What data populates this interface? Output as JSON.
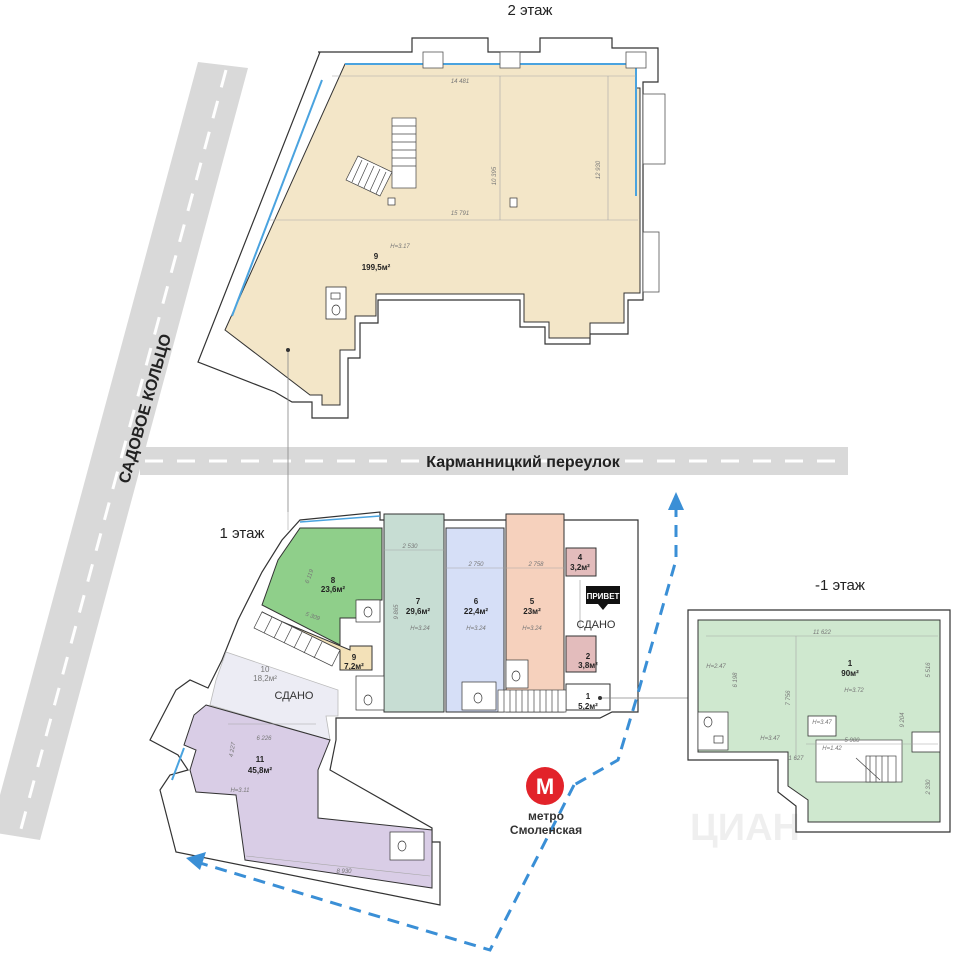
{
  "floors": {
    "second": {
      "label": "2 этаж",
      "rooms": [
        {
          "number": "9",
          "area": "199,5м²",
          "height": "H=3.17"
        }
      ],
      "dims": {
        "top": "14 481",
        "middle": "15 791",
        "v1": "10 395",
        "v2": "12 930"
      }
    },
    "first": {
      "label": "1 этаж",
      "rooms": [
        {
          "key": "r8",
          "number": "8",
          "area": "23,6м²"
        },
        {
          "key": "r7",
          "number": "7",
          "area": "29,6м²",
          "height": "H=3.24"
        },
        {
          "key": "r6",
          "number": "6",
          "area": "22,4м²",
          "height": "H=3.24"
        },
        {
          "key": "r5",
          "number": "5",
          "area": "23м²",
          "height": "H=3.24"
        },
        {
          "key": "r4",
          "number": "4",
          "area": "3,2м²"
        },
        {
          "key": "r2",
          "number": "2",
          "area": "3,8м²"
        },
        {
          "key": "r1",
          "number": "1",
          "area": "5,2м²"
        },
        {
          "key": "r9",
          "number": "9",
          "area": "7,2м²"
        },
        {
          "key": "r10",
          "number": "10",
          "area": "18,2м²"
        },
        {
          "key": "r11",
          "number": "11",
          "area": "45,8м²",
          "height": "H=3.11"
        }
      ],
      "dims": {
        "d7": "2 530",
        "d6": "2 750",
        "d5": "2 758",
        "d8a": "6 119",
        "d8b": "5 309",
        "d7v": "9 865",
        "d11a": "6 226",
        "d11b": "4 227",
        "d11c": "8 930"
      },
      "sdano_left": "СДАНО",
      "sdano_right": "СДАНО",
      "tenant_logo": "ПРИВЕТ"
    },
    "basement": {
      "label": "-1 этаж",
      "rooms": [
        {
          "number": "1",
          "area": "90м²",
          "height": "H=3.72"
        }
      ],
      "dims": {
        "top": "11 622",
        "v1": "6 198",
        "v2": "7 756",
        "v3": "9 204",
        "v4": "5 516",
        "h1": "5 900",
        "h2": "1 627",
        "h3": "2 330"
      },
      "heights": {
        "a": "H=2.47",
        "b": "H=3.47",
        "c": "H=3.47",
        "d": "H=1.42"
      }
    }
  },
  "streets": {
    "garden_ring": "САДОВОЕ КОЛЬЦО",
    "lane": "Карманницкий переулок"
  },
  "metro": {
    "line1": "метро",
    "line2": "Смоленская",
    "logo_letter": "М",
    "logo_color": "#e2232a"
  },
  "watermark": "ЦИАН",
  "colors": {
    "second_floor": "#f3e6c8",
    "room8": "#8fcf8a",
    "room7": "#c7ddd3",
    "room6": "#d6dff7",
    "room5": "#f6d1bd",
    "small_rooms": "#e3bcbc",
    "room9_first": "#f3e1b8",
    "room11": "#d9cde6",
    "basement": "#cfe8cf",
    "route": "#3a8fd6"
  }
}
